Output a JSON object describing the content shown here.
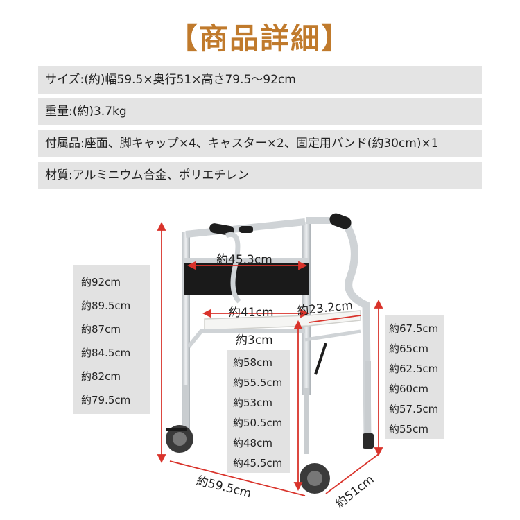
{
  "title": "【商品詳細】",
  "specs": [
    "サイズ:(約)幅59.5×奥行51×高さ79.5〜92cm",
    "重量:(約)3.7kg",
    "付属品:座面、脚キャップ×4、キャスター×2、固定用バンド(約30cm)×1",
    "材質:アルミニウム合金、ポリエチレン"
  ],
  "overall_heights": [
    "約92cm",
    "約89.5cm",
    "約87cm",
    "約84.5cm",
    "約82cm",
    "約79.5cm"
  ],
  "seat_heights": [
    "約58cm",
    "約55.5cm",
    "約53cm",
    "約50.5cm",
    "約48cm",
    "約45.5cm"
  ],
  "leg_heights": [
    "約67.5cm",
    "約65cm",
    "約62.5cm",
    "約60cm",
    "約57.5cm",
    "約55cm"
  ],
  "dimensions": {
    "inner_width": "約45.3cm",
    "seat_width": "約41cm",
    "seat_depth": "約23.2cm",
    "seat_thickness": "約3cm",
    "width": "約59.5cm",
    "depth": "約51cm"
  },
  "colors": {
    "title": "#c07a2c",
    "row_bg": "#e4e4e4",
    "arrow": "#d9332b",
    "frame": "#cfd3d6"
  }
}
